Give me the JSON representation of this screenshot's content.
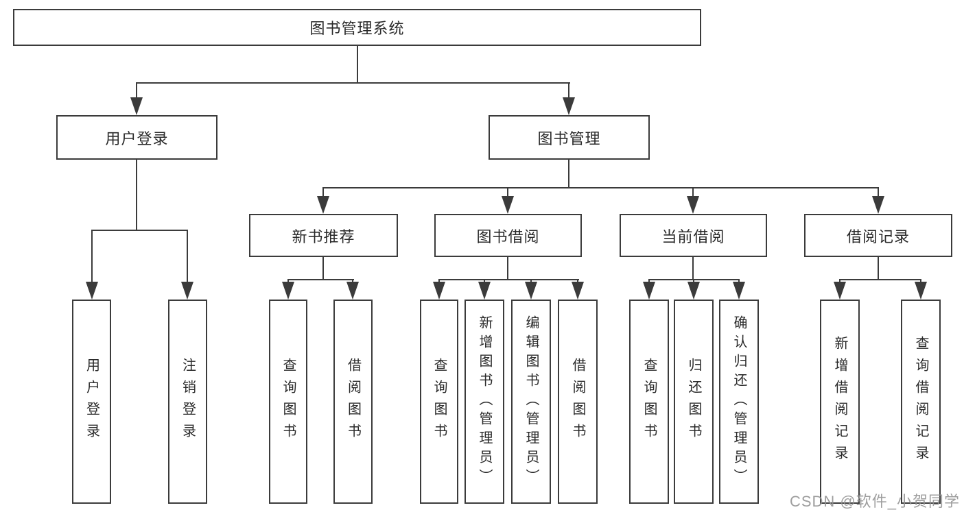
{
  "diagram": {
    "type": "hierarchy-tree",
    "title": "图书管理系统"
  },
  "hierarchy": {
    "root": {
      "label": "图书管理系统",
      "children": [
        {
          "label": "用户登录",
          "children": [
            {
              "label": "用户登录"
            },
            {
              "label": "注销登录"
            }
          ]
        },
        {
          "label": "图书管理",
          "children": [
            {
              "label": "新书推荐",
              "children": [
                {
                  "label": "查询图书"
                },
                {
                  "label": "借阅图书"
                }
              ]
            },
            {
              "label": "图书借阅",
              "children": [
                {
                  "label": "查询图书"
                },
                {
                  "label": "新增图书（管理员）"
                },
                {
                  "label": "编辑图书（管理员）"
                },
                {
                  "label": "借阅图书"
                }
              ]
            },
            {
              "label": "当前借阅",
              "children": [
                {
                  "label": "查询图书"
                },
                {
                  "label": "归还图书"
                },
                {
                  "label": "确认归还（管理员）"
                }
              ]
            },
            {
              "label": "借阅记录",
              "children": [
                {
                  "label": "新增借阅记录"
                },
                {
                  "label": "查询借阅记录"
                }
              ]
            }
          ]
        }
      ]
    }
  },
  "watermark": {
    "text": "CSDN @软件_小贺同学"
  }
}
